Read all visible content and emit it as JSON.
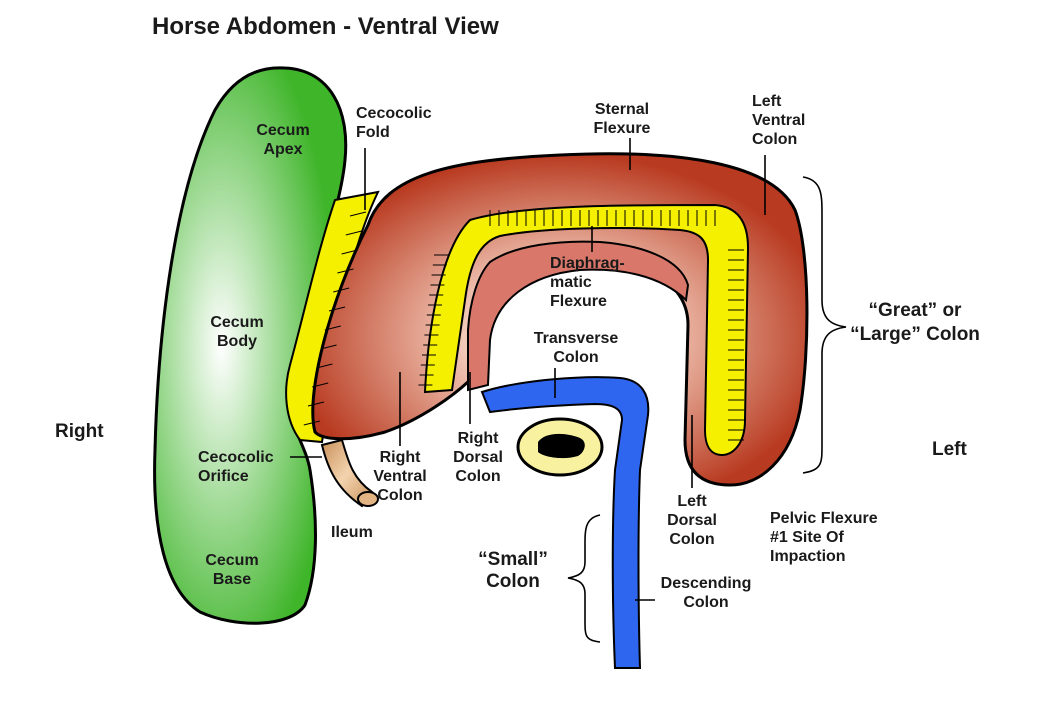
{
  "title": "Horse Abdomen - Ventral View",
  "sides": {
    "right": "Right",
    "left": "Left"
  },
  "labels": {
    "cecum_apex": [
      "Cecum",
      "Apex"
    ],
    "cecum_body": [
      "Cecum",
      "Body"
    ],
    "cecum_base": [
      "Cecum",
      "Base"
    ],
    "cecocolic_fold": [
      "Cecocolic",
      "Fold"
    ],
    "cecocolic_orifice": [
      "Cecocolic",
      "Orifice"
    ],
    "ileum": [
      "Ileum"
    ],
    "sternal_flexure": [
      "Sternal",
      "Flexure"
    ],
    "left_ventral_colon": [
      "Left",
      "Ventral",
      "Colon"
    ],
    "diaphragmatic_flexure": [
      "Diaphrag-",
      "matic",
      "Flexure"
    ],
    "transverse_colon": [
      "Transverse",
      "Colon"
    ],
    "right_ventral_colon": [
      "Right",
      "Ventral",
      "Colon"
    ],
    "right_dorsal_colon": [
      "Right",
      "Dorsal",
      "Colon"
    ],
    "left_dorsal_colon": [
      "Left",
      "Dorsal",
      "Colon"
    ],
    "pelvic_flexure": [
      "Pelvic Flexure",
      "#1 Site Of",
      "Impaction"
    ],
    "great_colon": [
      "“Great” or",
      "“Large” Colon"
    ],
    "small_colon": [
      "“Small”",
      "Colon"
    ],
    "descending_colon": [
      "Descending",
      "Colon"
    ]
  },
  "colors": {
    "cecum": "#3fb52a",
    "cecum_light": "#ffffff",
    "large_colon": "#b83a20",
    "large_colon_light": "#f2c9b8",
    "fold": "#f5f000",
    "small_colon": "#2f66f0",
    "ileum": "#e2b483"
  }
}
